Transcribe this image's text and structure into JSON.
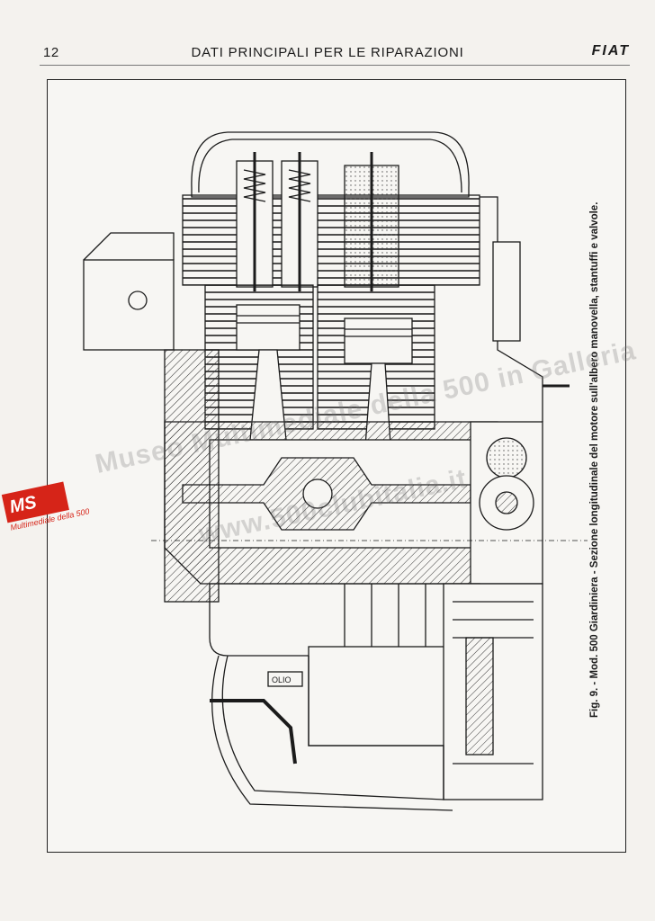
{
  "header": {
    "page_number": "12",
    "running_title": "DATI PRINCIPALI PER LE RIPARAZIONI",
    "brand": "FIAT"
  },
  "figure": {
    "caption": "Fig. 9. - Mod. 500 Giardiniera - Sezione longitudinale del motore sull'albero manovella, stantuffi e valvole.",
    "diagram_labels": {
      "olio_mark": "OLIO"
    }
  },
  "watermark": {
    "line_1": "Museo Multimediale della 500 in Galleria",
    "line_2": "www.500clubitalia.it",
    "logo_text": "MS",
    "logo_caption": "Multimediale della 500"
  },
  "colors": {
    "paper": "#f4f2ee",
    "ink": "#1b1b1b",
    "logo_red": "#d62418"
  }
}
